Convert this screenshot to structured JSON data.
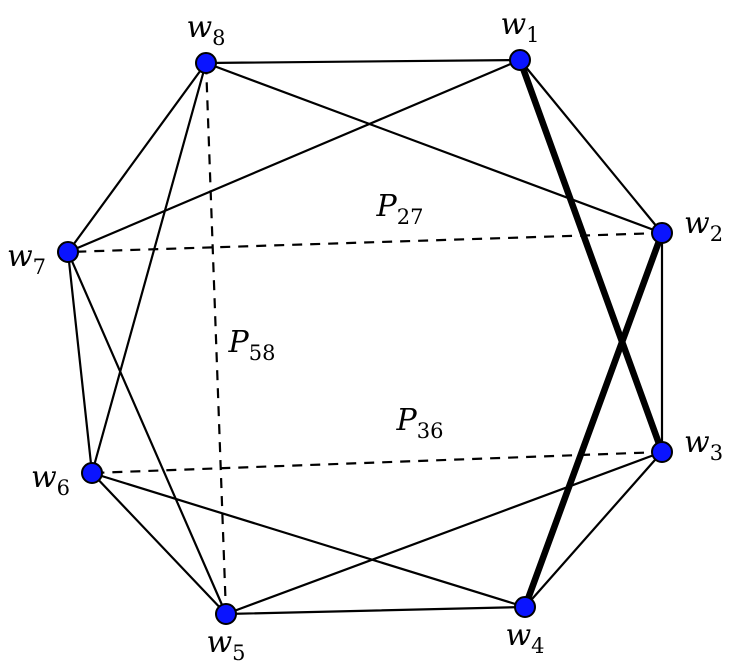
{
  "graph": {
    "vertices": [
      {
        "id": "w1",
        "main": "w",
        "sub": "1"
      },
      {
        "id": "w2",
        "main": "w",
        "sub": "2"
      },
      {
        "id": "w3",
        "main": "w",
        "sub": "3"
      },
      {
        "id": "w4",
        "main": "w",
        "sub": "4"
      },
      {
        "id": "w5",
        "main": "w",
        "sub": "5"
      },
      {
        "id": "w6",
        "main": "w",
        "sub": "6"
      },
      {
        "id": "w7",
        "main": "w",
        "sub": "7"
      },
      {
        "id": "w8",
        "main": "w",
        "sub": "8"
      }
    ],
    "edges": [
      {
        "from": "w8",
        "to": "w1",
        "style": "solid"
      },
      {
        "from": "w8",
        "to": "w2",
        "style": "solid"
      },
      {
        "from": "w8",
        "to": "w7",
        "style": "solid"
      },
      {
        "from": "w8",
        "to": "w6",
        "style": "solid"
      },
      {
        "from": "w1",
        "to": "w7",
        "style": "solid"
      },
      {
        "from": "w1",
        "to": "w2",
        "style": "solid"
      },
      {
        "from": "w1",
        "to": "w3",
        "style": "thick"
      },
      {
        "from": "w2",
        "to": "w3",
        "style": "solid"
      },
      {
        "from": "w2",
        "to": "w4",
        "style": "thick"
      },
      {
        "from": "w3",
        "to": "w4",
        "style": "solid"
      },
      {
        "from": "w3",
        "to": "w5",
        "style": "solid"
      },
      {
        "from": "w4",
        "to": "w5",
        "style": "solid"
      },
      {
        "from": "w4",
        "to": "w6",
        "style": "solid"
      },
      {
        "from": "w5",
        "to": "w6",
        "style": "solid"
      },
      {
        "from": "w5",
        "to": "w7",
        "style": "solid"
      },
      {
        "from": "w6",
        "to": "w7",
        "style": "solid"
      },
      {
        "from": "w2",
        "to": "w7",
        "style": "dashed"
      },
      {
        "from": "w3",
        "to": "w6",
        "style": "dashed"
      },
      {
        "from": "w5",
        "to": "w8",
        "style": "dashed"
      }
    ],
    "path_labels": [
      {
        "id": "P27",
        "main": "P",
        "sub": "27"
      },
      {
        "id": "P58",
        "main": "P",
        "sub": "58"
      },
      {
        "id": "P36",
        "main": "P",
        "sub": "36"
      }
    ]
  },
  "colors": {
    "node_fill": "#0a14ff",
    "line": "#000000",
    "background": "#ffffff"
  }
}
